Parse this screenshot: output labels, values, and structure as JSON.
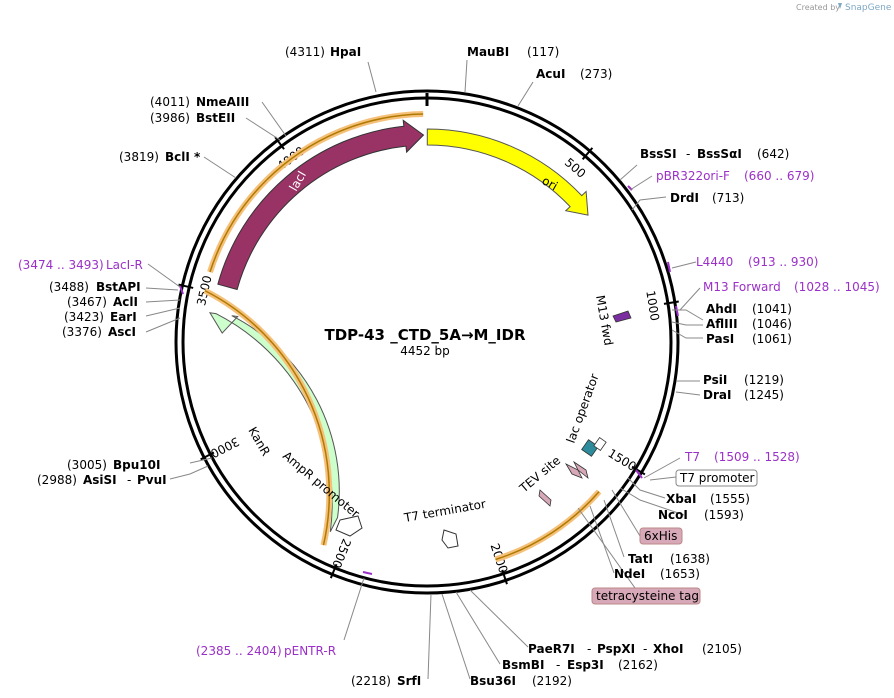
{
  "header": {
    "credit_text": "Created by",
    "credit_brand": "SnapGene"
  },
  "plasmid": {
    "name": "TDP-43 _CTD_5A→M_IDR",
    "size_label": "4452 bp"
  },
  "ticks": [
    "500",
    "1000",
    "1500",
    "2000",
    "2500",
    "3000",
    "3500",
    "4000"
  ],
  "sites": {
    "hpai": {
      "pos": "(4311)",
      "name": "HpaI"
    },
    "maubi": {
      "pos": "(117)",
      "name": "MauBI"
    },
    "acui": {
      "pos": "(273)",
      "name": "AcuI"
    },
    "bsssi": {
      "name": "BssSI",
      "sep": "-",
      "name2": "BssSαI",
      "pos": "(642)"
    },
    "drdi": {
      "name": "DrdI",
      "pos": "(713)"
    },
    "ahdi": {
      "name": "AhdI",
      "pos": "(1041)"
    },
    "aflIII": {
      "name": "AflIII",
      "pos": "(1046)"
    },
    "pasi": {
      "name": "PasI",
      "pos": "(1061)"
    },
    "psii": {
      "name": "PsiI",
      "pos": "(1219)"
    },
    "drai": {
      "name": "DraI",
      "pos": "(1245)"
    },
    "xbai": {
      "name": "XbaI",
      "pos": "(1555)"
    },
    "ncoi": {
      "name": "NcoI",
      "pos": "(1593)"
    },
    "tati": {
      "name": "TatI",
      "pos": "(1638)"
    },
    "ndei": {
      "name": "NdeI",
      "pos": "(1653)"
    },
    "paer7i": {
      "name": "PaeR7I",
      "sep": "-",
      "name2": "PspXI",
      "sep2": "-",
      "name3": "XhoI",
      "pos": "(2105)"
    },
    "bsmbi": {
      "name": "BsmBI",
      "sep": "-",
      "name2": "Esp3I",
      "pos": "(2162)"
    },
    "bsu36i": {
      "name": "Bsu36I",
      "pos": "(2192)"
    },
    "srfi": {
      "pos": "(2218)",
      "name": "SrfI"
    },
    "bpu10i": {
      "pos": "(3005)",
      "name": "Bpu10I"
    },
    "asisi": {
      "pos": "(2988)",
      "name": "AsiSI",
      "sep": "-",
      "name2": "PvuI"
    },
    "bstapi": {
      "pos": "(3488)",
      "name": "BstAPI"
    },
    "acli": {
      "pos": "(3467)",
      "name": "AclI"
    },
    "eari": {
      "pos": "(3423)",
      "name": "EarI"
    },
    "asci": {
      "pos": "(3376)",
      "name": "AscI"
    },
    "bcli": {
      "pos": "(3819)",
      "name": "BclI *"
    },
    "nmeaiii": {
      "pos": "(4011)",
      "name": "NmeAIII"
    },
    "bsteii": {
      "pos": "(3986)",
      "name": "BstEII"
    }
  },
  "primers": {
    "pbr322ori_f": {
      "name": "pBR322ori-F",
      "range": "(660 .. 679)"
    },
    "l4440": {
      "name": "L4440",
      "range": "(913 .. 930)"
    },
    "m13_forward": {
      "name": "M13 Forward",
      "range": "(1028 .. 1045)"
    },
    "t7": {
      "name": "T7",
      "range": "(1509 .. 1528)"
    },
    "lacI_r": {
      "range": "(3474 .. 3493)",
      "name": "LacI-R"
    },
    "pentr_r": {
      "range": "(2385 .. 2404)",
      "name": "pENTR-R"
    }
  },
  "features": {
    "ori": "ori",
    "laci": "lacI",
    "kanr": "KanR",
    "ampr_promoter": "AmpR promoter",
    "m13_fwd": "M13 fwd",
    "lac_operator": "lac operator",
    "tev_site": "TEV site",
    "t7_terminator": "T7 terminator",
    "t7_promoter": "T7 promoter",
    "his6": "6xHis",
    "tetracysteine": "tetracysteine tag"
  },
  "colors": {
    "ori": "#ffff00",
    "laci": "#993366",
    "kanr": "#ccffcc",
    "orf_highlight": "#f5c07a",
    "orf_line": "#b07a00",
    "primer": "#9b30c8",
    "lac_operator": "#2e8b9b",
    "tag": "#d7a8b8"
  }
}
